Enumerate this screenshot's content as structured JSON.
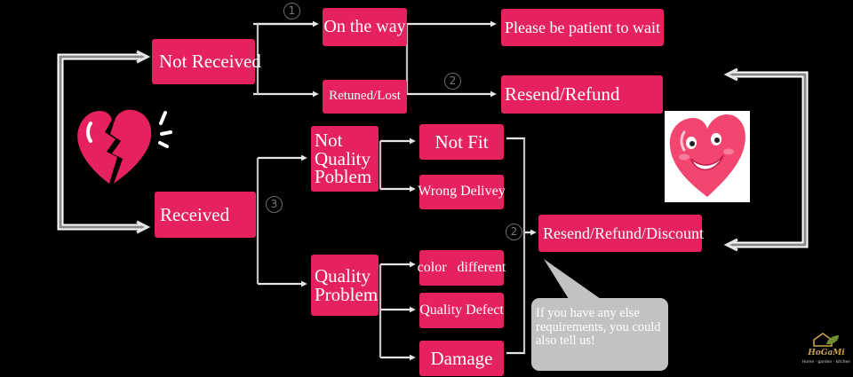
{
  "diagram": {
    "nodes": {
      "not_received": "Not Received",
      "received": "Received",
      "on_the_way": "On the way",
      "returned_lost": "Retuned/Lost",
      "please_wait": "Please be patient to wait",
      "resend_refund": "Resend/Refund",
      "not_quality_problem": "Not Quality Poblem",
      "quality_problem": "Quality Problem",
      "not_fit": "Not Fit",
      "wrong_delivery": "Wrong Delivey",
      "color_different": "color   different",
      "quality_defect": "Quality Defect",
      "damage": "Damage",
      "resend_refund_discount": "Resend/Refund/Discount"
    },
    "step_markers": {
      "one": "1",
      "two_top": "2",
      "three": "3",
      "two_bottom": "2"
    },
    "speech_bubble": "If you have any else requirements, you could also tell us!",
    "icons": {
      "broken_heart": "broken-heart-icon",
      "happy_heart": "smiling-heart-icon"
    },
    "colors": {
      "box": "#e5225e",
      "background": "#000000",
      "connector": "#e6e6e6",
      "bubble": "#c2c2c2"
    },
    "logo": {
      "wordmark": "HoGaMi",
      "tagline": "Home · garden · kitchen"
    }
  }
}
